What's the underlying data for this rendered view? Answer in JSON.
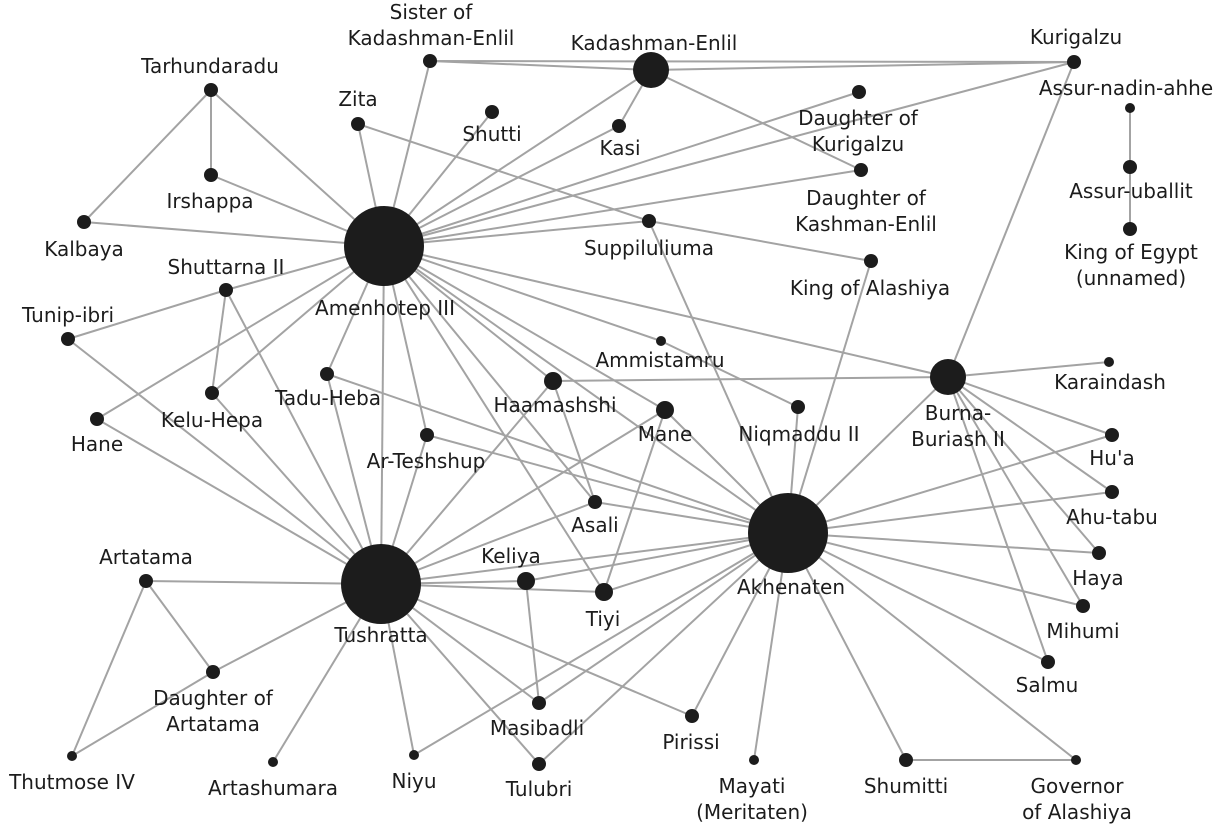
{
  "colors": {
    "edge": "#a3a3a3",
    "node": "#1c1c1c",
    "label": "#1c1c1c",
    "background": "#ffffff"
  },
  "nodes": [
    {
      "id": "amenhotep",
      "label": [
        "Amenhotep III"
      ],
      "size": "large"
    },
    {
      "id": "akhenaten",
      "label": [
        "Akhenaten"
      ],
      "size": "large"
    },
    {
      "id": "tushratta",
      "label": [
        "Tushratta"
      ],
      "size": "large"
    },
    {
      "id": "burna",
      "label": [
        "Burna-",
        "Buriash II"
      ],
      "size": "medium"
    },
    {
      "id": "kadashman",
      "label": [
        "Kadashman-Enlil"
      ],
      "size": "medium"
    },
    {
      "id": "sister",
      "label": [
        "Sister of",
        "Kadashman-Enlil"
      ],
      "size": "small"
    },
    {
      "id": "kurigalzu",
      "label": [
        "Kurigalzu"
      ],
      "size": "small"
    },
    {
      "id": "assurnadin",
      "label": [
        "Assur-nadin-ahhe"
      ],
      "size": "tiny"
    },
    {
      "id": "assuruballit",
      "label": [
        "Assur-uballit"
      ],
      "size": "small"
    },
    {
      "id": "kingegypt",
      "label": [
        "King of Egypt",
        "(unnamed)"
      ],
      "size": "small"
    },
    {
      "id": "tarhundaradu",
      "label": [
        "Tarhundaradu"
      ],
      "size": "small"
    },
    {
      "id": "irshappa",
      "label": [
        "Irshappa"
      ],
      "size": "small"
    },
    {
      "id": "zita",
      "label": [
        "Zita"
      ],
      "size": "small"
    },
    {
      "id": "shutti",
      "label": [
        "Shutti"
      ],
      "size": "small"
    },
    {
      "id": "kasi",
      "label": [
        "Kasi"
      ],
      "size": "small"
    },
    {
      "id": "dkurigalzu",
      "label": [
        "Daughter of",
        "Kurigalzu"
      ],
      "size": "small"
    },
    {
      "id": "dkashman",
      "label": [
        "Daughter of",
        "Kashman-Enlil"
      ],
      "size": "small"
    },
    {
      "id": "kalbaya",
      "label": [
        "Kalbaya"
      ],
      "size": "small"
    },
    {
      "id": "suppiluliuma",
      "label": [
        "Suppiluliuma"
      ],
      "size": "small"
    },
    {
      "id": "alashiya",
      "label": [
        "King of Alashiya"
      ],
      "size": "small"
    },
    {
      "id": "shuttarna",
      "label": [
        "Shuttarna II"
      ],
      "size": "small"
    },
    {
      "id": "tunip",
      "label": [
        "Tunip-ibri"
      ],
      "size": "small"
    },
    {
      "id": "ammistamru",
      "label": [
        "Ammistamru"
      ],
      "size": "tiny"
    },
    {
      "id": "karaindash",
      "label": [
        "Karaindash"
      ],
      "size": "tiny"
    },
    {
      "id": "haamashshi",
      "label": [
        "Haamashshi"
      ],
      "size": "medsmall"
    },
    {
      "id": "niqmaddu",
      "label": [
        "Niqmaddu II"
      ],
      "size": "small"
    },
    {
      "id": "tadu",
      "label": [
        "Tadu-Heba"
      ],
      "size": "small"
    },
    {
      "id": "kelu",
      "label": [
        "Kelu-Hepa"
      ],
      "size": "small"
    },
    {
      "id": "hane",
      "label": [
        "Hane"
      ],
      "size": "small"
    },
    {
      "id": "mane",
      "label": [
        "Mane"
      ],
      "size": "medsmall"
    },
    {
      "id": "arteshshup",
      "label": [
        "Ar-Teshshup"
      ],
      "size": "small"
    },
    {
      "id": "hua",
      "label": [
        "Hu'a"
      ],
      "size": "small"
    },
    {
      "id": "ahutabu",
      "label": [
        "Ahu-tabu"
      ],
      "size": "small"
    },
    {
      "id": "asali",
      "label": [
        "Asali"
      ],
      "size": "small"
    },
    {
      "id": "artatama",
      "label": [
        "Artatama"
      ],
      "size": "small"
    },
    {
      "id": "keliya",
      "label": [
        "Keliya"
      ],
      "size": "medsmall"
    },
    {
      "id": "haya",
      "label": [
        "Haya"
      ],
      "size": "small"
    },
    {
      "id": "tiyi",
      "label": [
        "Tiyi"
      ],
      "size": "medsmall"
    },
    {
      "id": "mihumi",
      "label": [
        "Mihumi"
      ],
      "size": "small"
    },
    {
      "id": "dartatama",
      "label": [
        "Daughter of",
        "Artatama"
      ],
      "size": "small"
    },
    {
      "id": "salmu",
      "label": [
        "Salmu"
      ],
      "size": "small"
    },
    {
      "id": "masibadli",
      "label": [
        "Masibadli"
      ],
      "size": "small"
    },
    {
      "id": "pirissi",
      "label": [
        "Pirissi"
      ],
      "size": "small"
    },
    {
      "id": "thutmose",
      "label": [
        "Thutmose IV"
      ],
      "size": "tiny"
    },
    {
      "id": "artashumara",
      "label": [
        "Artashumara"
      ],
      "size": "tiny"
    },
    {
      "id": "niyu",
      "label": [
        "Niyu"
      ],
      "size": "tiny"
    },
    {
      "id": "tulubri",
      "label": [
        "Tulubri"
      ],
      "size": "small"
    },
    {
      "id": "mayati",
      "label": [
        "Mayati",
        "(Meritaten)"
      ],
      "size": "tiny"
    },
    {
      "id": "shumitti",
      "label": [
        "Shumitti"
      ],
      "size": "small"
    },
    {
      "id": "governor",
      "label": [
        "Governor",
        "of Alashiya"
      ],
      "size": "tiny"
    }
  ],
  "edges": [
    [
      "amenhotep",
      "sister"
    ],
    [
      "amenhotep",
      "kadashman"
    ],
    [
      "amenhotep",
      "shutti"
    ],
    [
      "amenhotep",
      "kasi"
    ],
    [
      "amenhotep",
      "zita"
    ],
    [
      "amenhotep",
      "irshappa"
    ],
    [
      "amenhotep",
      "kalbaya"
    ],
    [
      "amenhotep",
      "tarhundaradu"
    ],
    [
      "amenhotep",
      "dkurigalzu"
    ],
    [
      "amenhotep",
      "dkashman"
    ],
    [
      "amenhotep",
      "kurigalzu"
    ],
    [
      "amenhotep",
      "suppiluliuma"
    ],
    [
      "amenhotep",
      "shuttarna"
    ],
    [
      "amenhotep",
      "hane"
    ],
    [
      "amenhotep",
      "kelu"
    ],
    [
      "amenhotep",
      "tadu"
    ],
    [
      "amenhotep",
      "arteshshup"
    ],
    [
      "amenhotep",
      "tushratta"
    ],
    [
      "amenhotep",
      "haamashshi"
    ],
    [
      "amenhotep",
      "mane"
    ],
    [
      "amenhotep",
      "asali"
    ],
    [
      "amenhotep",
      "tiyi"
    ],
    [
      "amenhotep",
      "ammistamru"
    ],
    [
      "amenhotep",
      "burna"
    ],
    [
      "amenhotep",
      "akhenaten"
    ],
    [
      "tarhundaradu",
      "irshappa"
    ],
    [
      "tarhundaradu",
      "kalbaya"
    ],
    [
      "sister",
      "kadashman"
    ],
    [
      "kadashman",
      "kurigalzu"
    ],
    [
      "kadashman",
      "kasi"
    ],
    [
      "kadashman",
      "dkashman"
    ],
    [
      "sister",
      "kurigalzu"
    ],
    [
      "kurigalzu",
      "burna"
    ],
    [
      "assurnadin",
      "assuruballit"
    ],
    [
      "assuruballit",
      "kingegypt"
    ],
    [
      "zita",
      "suppiluliuma"
    ],
    [
      "suppiluliuma",
      "alashiya"
    ],
    [
      "suppiluliuma",
      "akhenaten"
    ],
    [
      "alashiya",
      "akhenaten"
    ],
    [
      "shuttarna",
      "tunip"
    ],
    [
      "shuttarna",
      "kelu"
    ],
    [
      "shuttarna",
      "tushratta"
    ],
    [
      "tunip",
      "tushratta"
    ],
    [
      "ammistamru",
      "niqmaddu"
    ],
    [
      "niqmaddu",
      "akhenaten"
    ],
    [
      "haamashshi",
      "burna"
    ],
    [
      "haamashshi",
      "tushratta"
    ],
    [
      "haamashshi",
      "asali"
    ],
    [
      "tadu",
      "akhenaten"
    ],
    [
      "tadu",
      "tushratta"
    ],
    [
      "kelu",
      "tushratta"
    ],
    [
      "hane",
      "tushratta"
    ],
    [
      "mane",
      "tushratta"
    ],
    [
      "mane",
      "tiyi"
    ],
    [
      "mane",
      "akhenaten"
    ],
    [
      "arteshshup",
      "tushratta"
    ],
    [
      "arteshshup",
      "akhenaten"
    ],
    [
      "asali",
      "tushratta"
    ],
    [
      "asali",
      "akhenaten"
    ],
    [
      "burna",
      "akhenaten"
    ],
    [
      "burna",
      "karaindash"
    ],
    [
      "burna",
      "hua"
    ],
    [
      "burna",
      "ahutabu"
    ],
    [
      "burna",
      "haya"
    ],
    [
      "burna",
      "mihumi"
    ],
    [
      "burna",
      "salmu"
    ],
    [
      "akhenaten",
      "hua"
    ],
    [
      "akhenaten",
      "ahutabu"
    ],
    [
      "akhenaten",
      "haya"
    ],
    [
      "akhenaten",
      "mihumi"
    ],
    [
      "akhenaten",
      "salmu"
    ],
    [
      "akhenaten",
      "keliya"
    ],
    [
      "akhenaten",
      "tiyi"
    ],
    [
      "akhenaten",
      "masibadli"
    ],
    [
      "akhenaten",
      "niyu"
    ],
    [
      "akhenaten",
      "tulubri"
    ],
    [
      "akhenaten",
      "pirissi"
    ],
    [
      "akhenaten",
      "mayati"
    ],
    [
      "akhenaten",
      "shumitti"
    ],
    [
      "akhenaten",
      "governor"
    ],
    [
      "akhenaten",
      "tushratta"
    ],
    [
      "tushratta",
      "artatama"
    ],
    [
      "tushratta",
      "keliya"
    ],
    [
      "tushratta",
      "tiyi"
    ],
    [
      "tushratta",
      "dartatama"
    ],
    [
      "tushratta",
      "artashumara"
    ],
    [
      "tushratta",
      "niyu"
    ],
    [
      "tushratta",
      "masibadli"
    ],
    [
      "tushratta",
      "tulubri"
    ],
    [
      "tushratta",
      "pirissi"
    ],
    [
      "artatama",
      "dartatama"
    ],
    [
      "artatama",
      "thutmose"
    ],
    [
      "dartatama",
      "thutmose"
    ],
    [
      "keliya",
      "masibadli"
    ],
    [
      "shumitti",
      "governor"
    ]
  ]
}
